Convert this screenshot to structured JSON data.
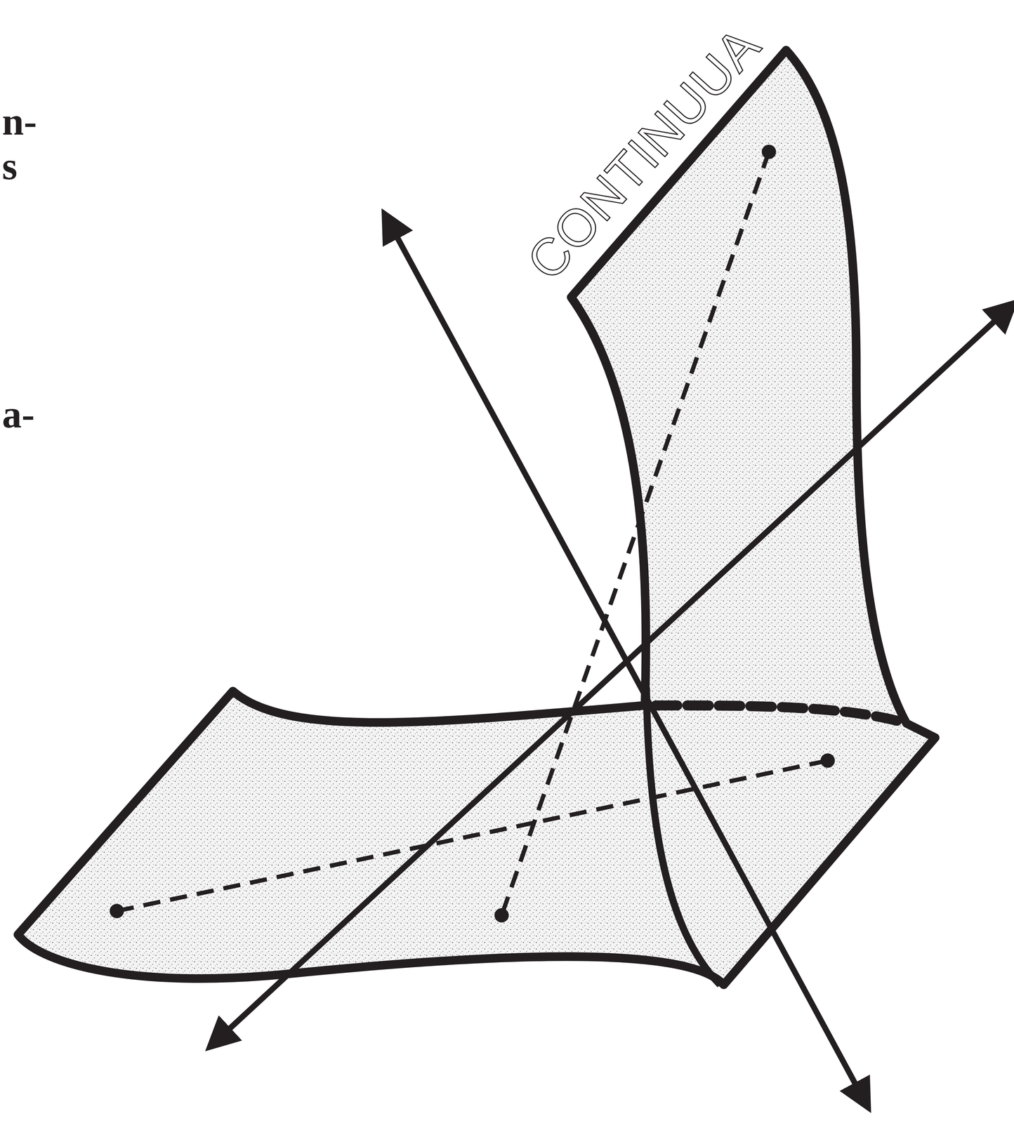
{
  "diagram": {
    "labels": [
      "n-",
      "s",
      "a-",
      "CONTINUUA"
    ]
  }
}
